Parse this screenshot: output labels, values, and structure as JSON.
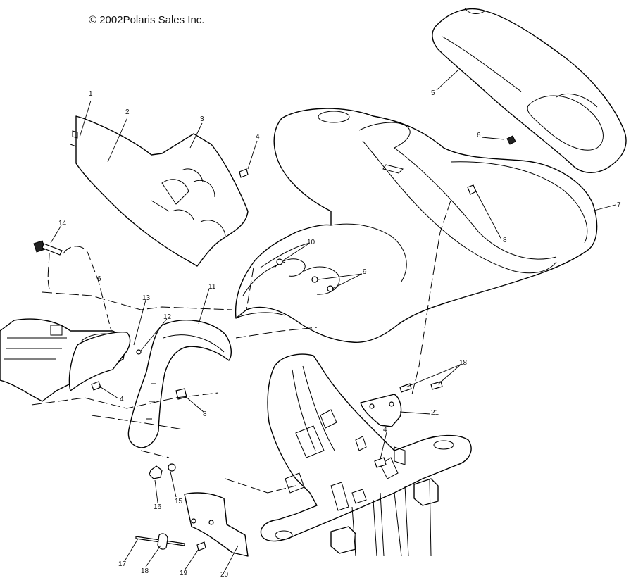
{
  "diagram": {
    "copyright": "© 2002Polaris Sales Inc.",
    "callouts": [
      {
        "id": "c1",
        "label": "1"
      },
      {
        "id": "c2",
        "label": "2"
      },
      {
        "id": "c3",
        "label": "3"
      },
      {
        "id": "c4a",
        "label": "4"
      },
      {
        "id": "c5",
        "label": "5"
      },
      {
        "id": "c6",
        "label": "6"
      },
      {
        "id": "c7",
        "label": "7"
      },
      {
        "id": "c8a",
        "label": "8"
      },
      {
        "id": "c9",
        "label": "9"
      },
      {
        "id": "c10",
        "label": "10"
      },
      {
        "id": "c11",
        "label": "11"
      },
      {
        "id": "c12",
        "label": "12"
      },
      {
        "id": "c13",
        "label": "13"
      },
      {
        "id": "c14",
        "label": "14"
      },
      {
        "id": "c15",
        "label": "15"
      },
      {
        "id": "c16",
        "label": "16"
      },
      {
        "id": "c17",
        "label": "17"
      },
      {
        "id": "c18",
        "label": "18"
      },
      {
        "id": "c19",
        "label": "19"
      },
      {
        "id": "c20",
        "label": "20"
      },
      {
        "id": "c21",
        "label": "21"
      },
      {
        "id": "c4b",
        "label": "4"
      },
      {
        "id": "c4c",
        "label": "4"
      },
      {
        "id": "c6b",
        "label": "6"
      },
      {
        "id": "c8b",
        "label": "8"
      },
      {
        "id": "c18b",
        "label": "18"
      }
    ]
  }
}
